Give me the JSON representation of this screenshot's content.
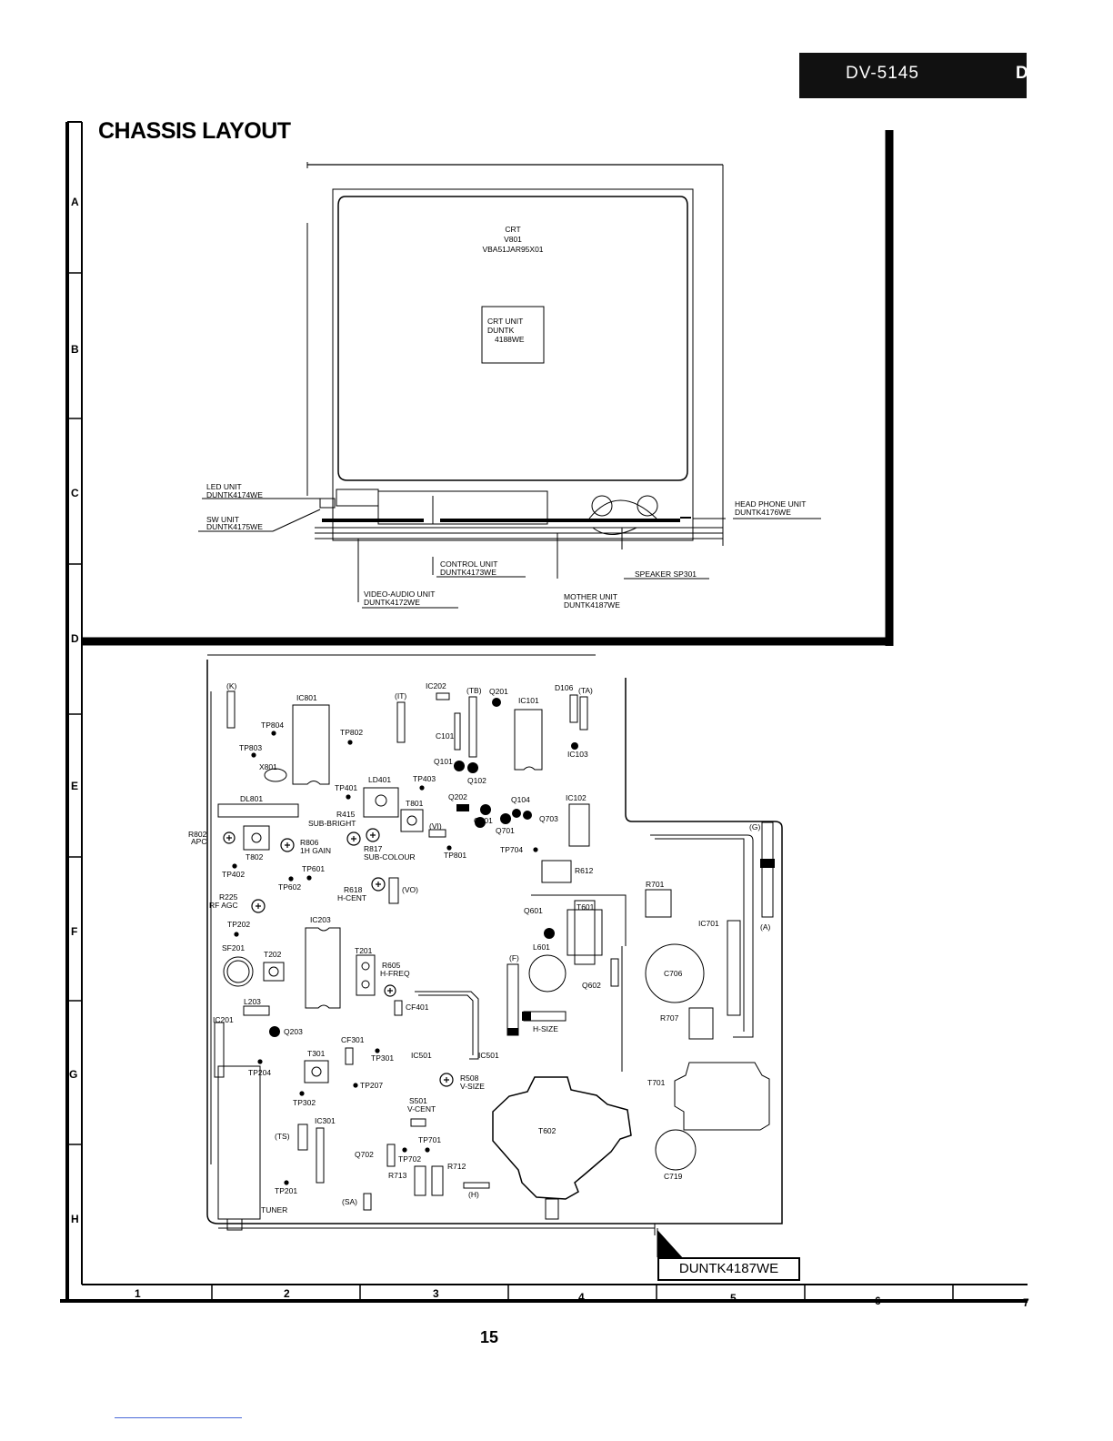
{
  "header": {
    "model": "DV-5145",
    "tail": "D"
  },
  "page": {
    "title": "CHASSIS LAYOUT",
    "number": "15",
    "ref_code": "DUNTK4187WE"
  },
  "grid": {
    "rows": [
      "A",
      "B",
      "C",
      "D",
      "E",
      "F",
      "G",
      "H"
    ],
    "cols": [
      "1",
      "2",
      "3",
      "4",
      "5",
      "6",
      "7"
    ]
  },
  "chassis": {
    "crt": [
      "CRT",
      "V801",
      "VBA51JAR95X01"
    ],
    "crt_unit": [
      "CRT UNIT",
      "DUNTK",
      "4188WE"
    ],
    "units": {
      "led": [
        "LED UNIT",
        "DUNTK4174WE"
      ],
      "sw": [
        "SW UNIT",
        "DUNTK4175WE"
      ],
      "control": [
        "CONTROL UNIT",
        "DUNTK4173WE"
      ],
      "video_audio": [
        "VIDEO-AUDIO UNIT",
        "DUNTK4172WE"
      ],
      "mother": [
        "MOTHER UNIT",
        "DUNTK4187WE"
      ],
      "headphone": [
        "HEAD PHONE UNIT",
        "DUNTK4176WE"
      ],
      "speaker": [
        "SPEAKER SP301"
      ]
    }
  },
  "pcb_labels": {
    "k": "(K)",
    "ic801": "IC801",
    "it": "(IT)",
    "ic202": "IC202",
    "tb": "(TB)",
    "q201": "Q201",
    "ic101": "IC101",
    "d106": "D106",
    "ta": "(TA)",
    "tp804": "TP804",
    "tp802": "TP802",
    "tp803": "TP803",
    "c101": "C101",
    "ic103": "IC103",
    "q101": "Q101",
    "x801": "X801",
    "tp403": "TP403",
    "q102": "Q102",
    "ld401": "LD401",
    "tp401": "TP401",
    "dl801": "DL801",
    "q202": "Q202",
    "q104": "Q104",
    "ic102": "IC102",
    "t801": "T801",
    "r415": "R415",
    "sub_bright": "SUB-BRIGHT",
    "q301": "Q301",
    "q703": "Q703",
    "q701": "Q701",
    "vi": "(VI)",
    "r802": "R802",
    "apc": "APC",
    "r806": "R806",
    "ih_gain": "1H GAIN",
    "r817": "R817",
    "sub_colour": "SUB-COLOUR",
    "tp801": "TP801",
    "tp704": "TP704",
    "g": "(G)",
    "t802": "T802",
    "tp402": "TP402",
    "tp601": "TP601",
    "tp602": "TP602",
    "r618": "R618",
    "h_cent": "H-CENT",
    "vo": "(VO)",
    "r612": "R612",
    "r701": "R701",
    "r225": "R225",
    "rf_agc": "RF AGC",
    "q601": "Q601",
    "t601": "T601",
    "ic701": "IC701",
    "a": "(A)",
    "tp202": "TP202",
    "ic203": "IC203",
    "sf201": "SF201",
    "t202": "T202",
    "t201": "T201",
    "r605": "R605",
    "h_freq": "H-FREQ",
    "f": "(F)",
    "l601": "L601",
    "c706": "C706",
    "q602": "Q602",
    "l203": "L203",
    "ic201": "IC201",
    "cf401": "CF401",
    "h_size": "H-SIZE",
    "r707": "R707",
    "q203": "Q203",
    "cf301": "CF301",
    "t301": "T301",
    "tp301": "TP301",
    "ic501a": "IC501",
    "ic501b": "IC501",
    "tp204": "TP204",
    "tp207": "TP207",
    "r508": "R508",
    "v_size": "V-SIZE",
    "t701": "T701",
    "tp302": "TP302",
    "s501": "S501",
    "v_cent": "V-CENT",
    "ic301": "IC301",
    "ts": "(TS)",
    "tp701": "TP701",
    "t602": "T602",
    "q702": "Q702",
    "tp702": "TP702",
    "r712": "R712",
    "r713": "R713",
    "h": "(H)",
    "c719": "C719",
    "tp201": "TP201",
    "sa": "(SA)",
    "tuner": "TUNER"
  }
}
